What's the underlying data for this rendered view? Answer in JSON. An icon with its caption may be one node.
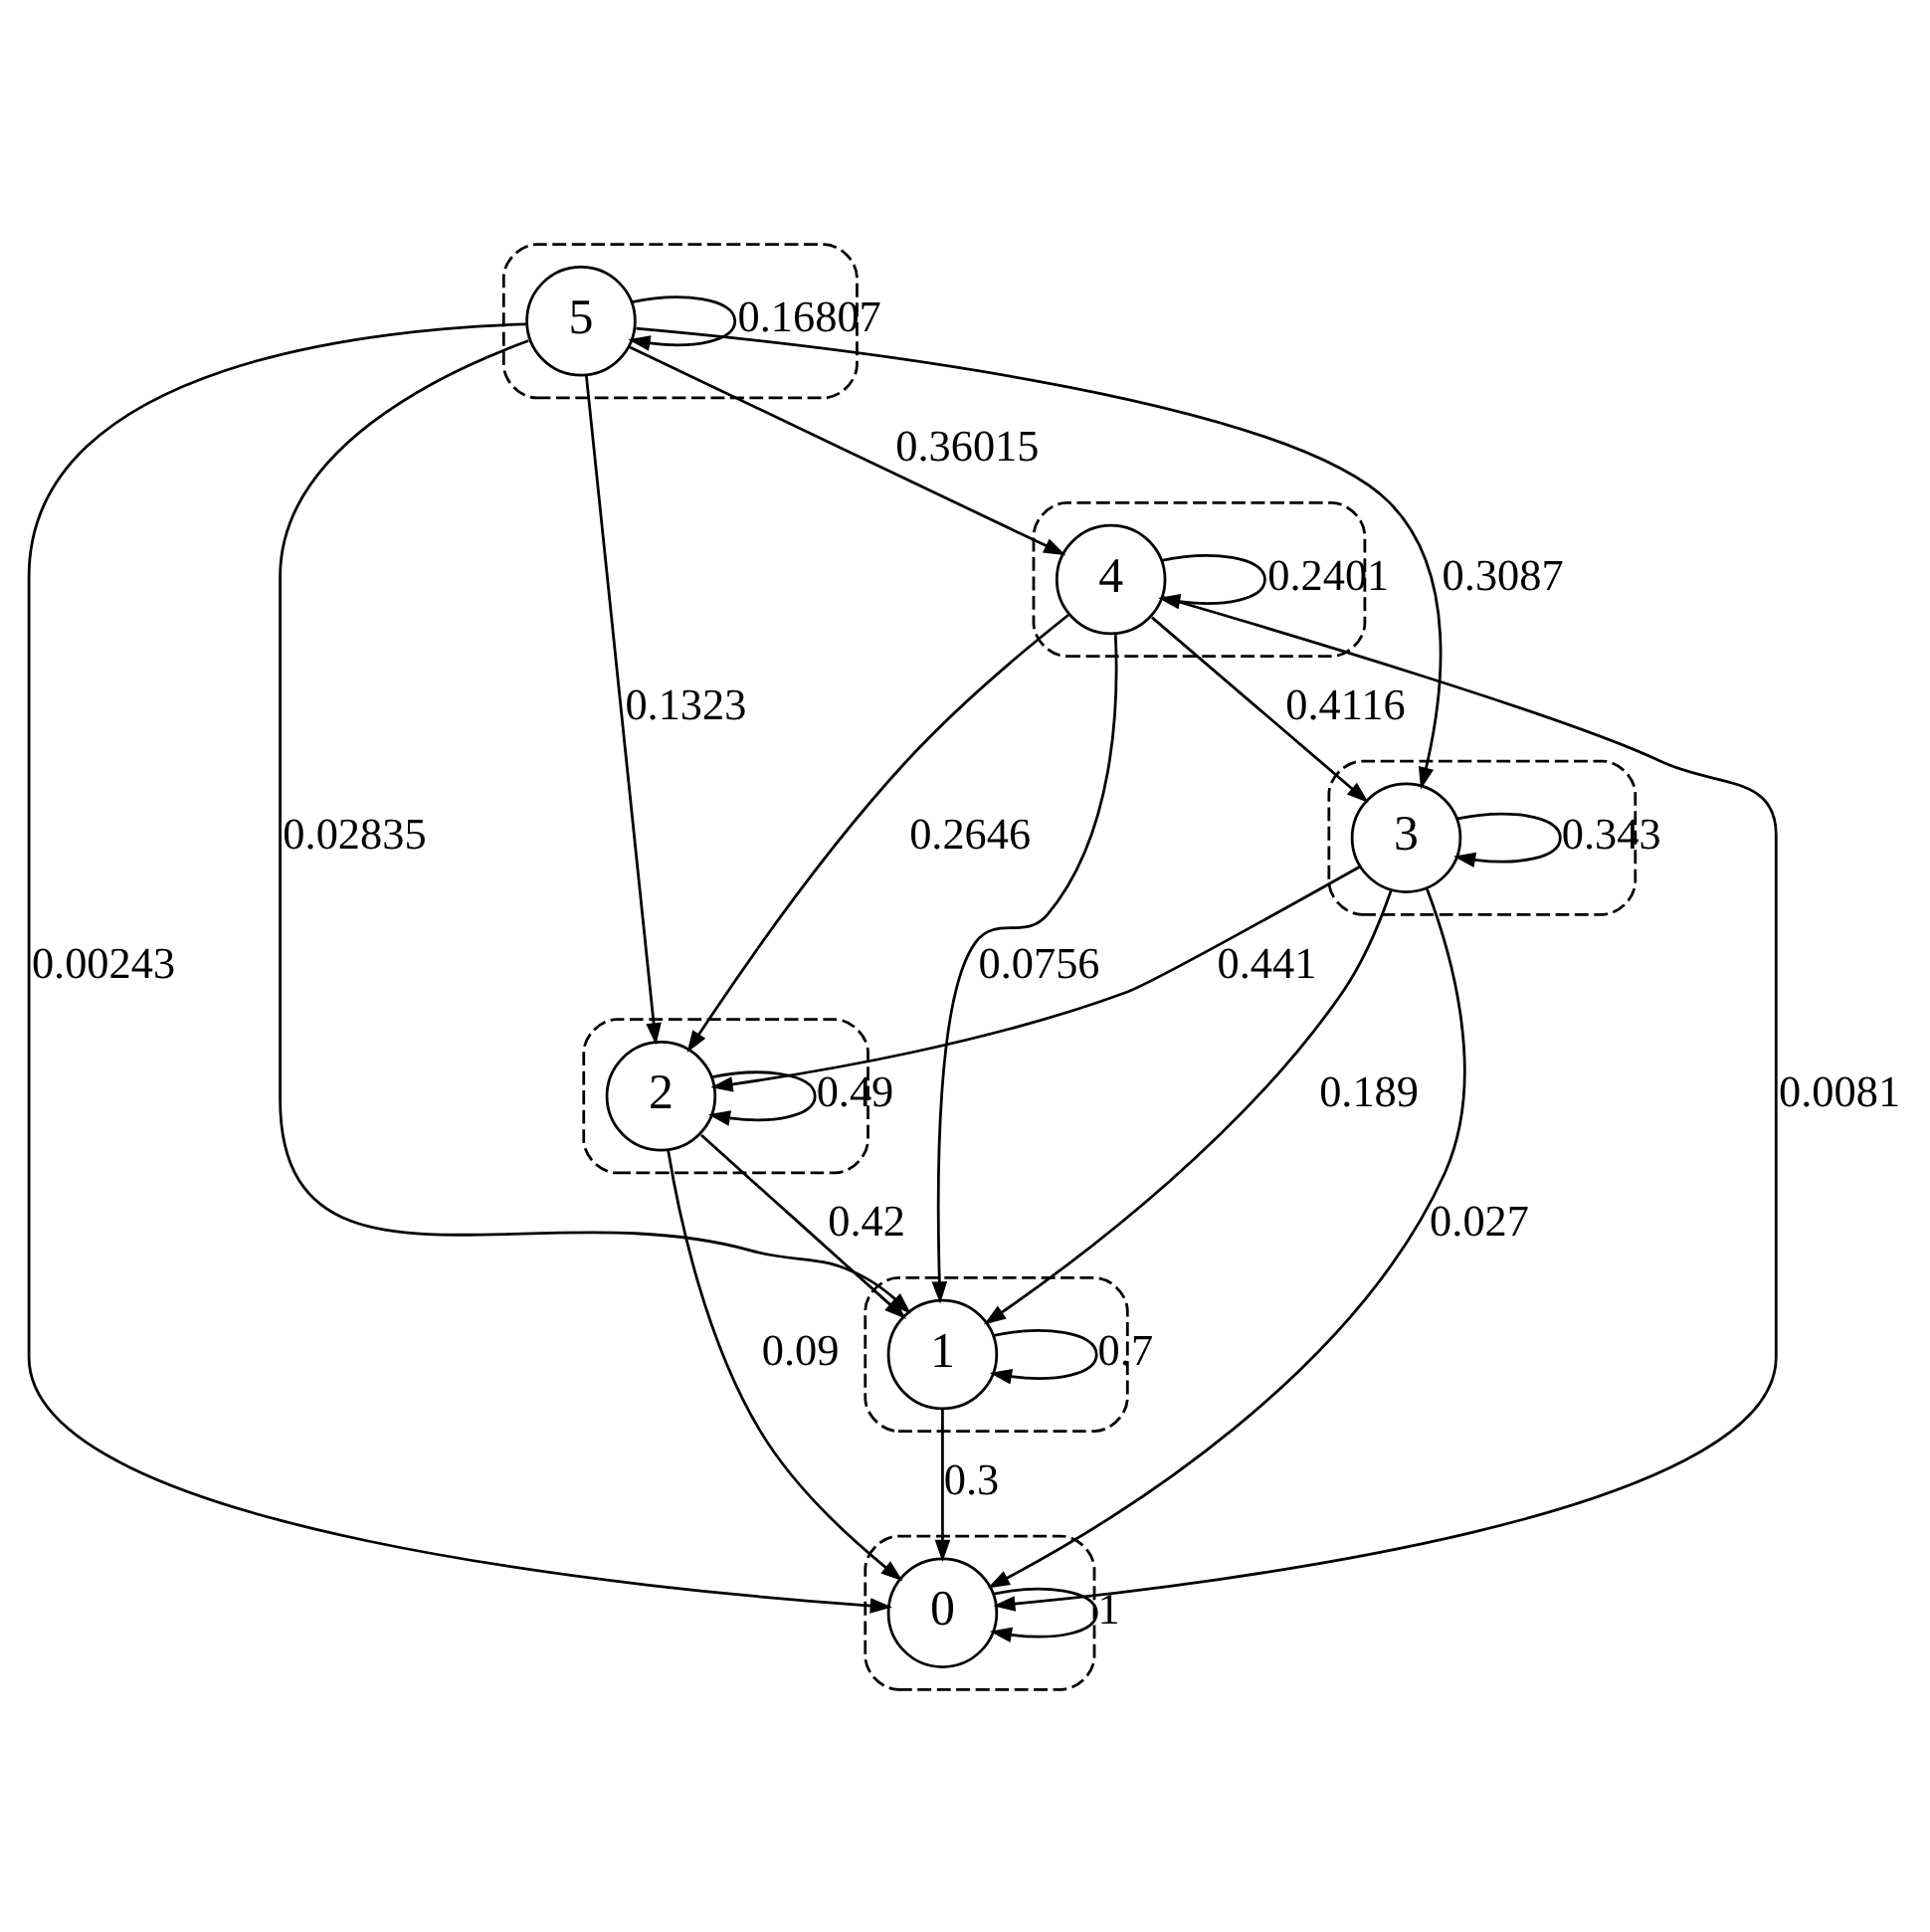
{
  "diagram": {
    "nodes": [
      {
        "text": [],
        "shape": "teardrop"
      },
      {
        "text": [
          "0"
        ],
        "in": 0
      },
      {
        "text": [],
        "shape": "teardrop"
      },
      {
        "text": [
          "1"
        ],
        "in": 2
      },
      {
        "text": [],
        "shape": "teardrop"
      },
      {
        "text": [
          "2"
        ],
        "in": 4
      },
      {
        "text": [],
        "shape": "teardrop"
      },
      {
        "text": [
          "3"
        ],
        "in": 6
      },
      {
        "text": [],
        "shape": "teardrop"
      },
      {
        "text": [
          "4"
        ],
        "in": 8
      },
      {
        "text": [],
        "shape": "teardrop"
      },
      {
        "text": [
          "5"
        ],
        "in": 10
      }
    ],
    "edges": [
      {
        "from": 1,
        "to": 1,
        "arrow": "to",
        "label": "1"
      },
      {
        "from": 3,
        "to": 3,
        "arrow": "to",
        "label": "0.7"
      },
      {
        "from": 3,
        "to": 1,
        "arrow": "to",
        "label": "0.3"
      },
      {
        "from": 5,
        "to": 5,
        "arrow": "to",
        "label": "0.49"
      },
      {
        "from": 5,
        "to": 3,
        "arrow": "to",
        "label": "0.42"
      },
      {
        "from": 5,
        "to": 1,
        "arrow": "to",
        "label": "0.09"
      },
      {
        "from": 7,
        "to": 7,
        "arrow": "to",
        "label": "0.343"
      },
      {
        "from": 7,
        "to": 5,
        "arrow": "to",
        "label": "0.441"
      },
      {
        "from": 7,
        "to": 3,
        "arrow": "to",
        "label": "0.189"
      },
      {
        "from": 7,
        "to": 1,
        "arrow": "to",
        "label": "0.027"
      },
      {
        "from": 9,
        "to": 9,
        "arrow": "to",
        "label": "0.2401"
      },
      {
        "from": 9,
        "to": 7,
        "arrow": "to",
        "label": "0.4116"
      },
      {
        "from": 9,
        "to": 5,
        "arrow": "to",
        "label": "0.2646"
      },
      {
        "from": 9,
        "to": 3,
        "arrow": "to",
        "label": "0.0756"
      },
      {
        "from": 9,
        "to": 1,
        "arrow": "to",
        "label": "0.0081"
      },
      {
        "from": 11,
        "to": 11,
        "arrow": "to",
        "label": "0.16807"
      },
      {
        "from": 11,
        "to": 9,
        "arrow": "to",
        "label": "0.36015"
      },
      {
        "from": 11,
        "to": 7,
        "arrow": "to",
        "label": "0.3087"
      },
      {
        "from": 11,
        "to": 5,
        "arrow": "to",
        "label": "0.1323"
      },
      {
        "from": 11,
        "to": 3,
        "arrow": "to",
        "label": "0.02835"
      },
      {
        "from": 11,
        "to": 1,
        "arrow": "to",
        "label": "0.00243"
      }
    ]
  }
}
